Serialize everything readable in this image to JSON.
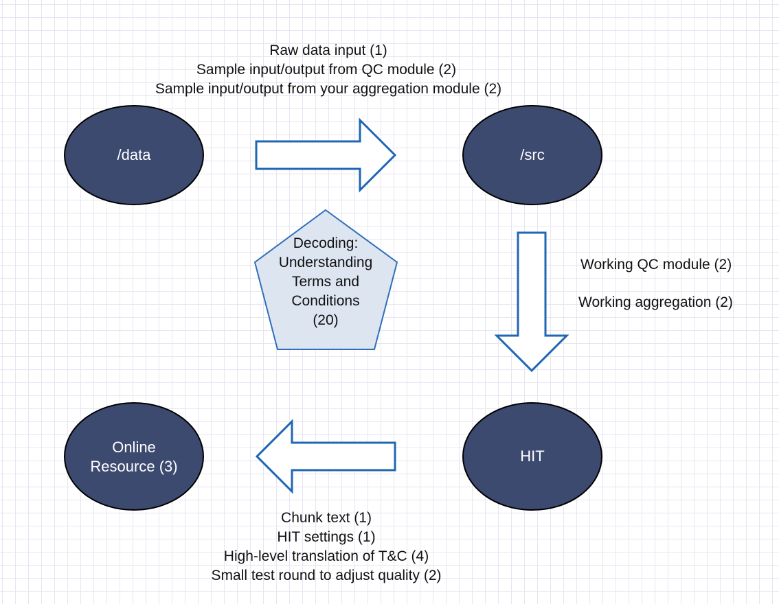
{
  "colors": {
    "node_fill": "#3d4a70",
    "node_stroke": "#000000",
    "arrow_stroke": "#1f66b3",
    "arrow_fill": "#ffffff",
    "pentagon_fill": "#dde5f1",
    "pentagon_stroke": "#2f6fb8",
    "grid": "#e6e6f2"
  },
  "nodes": {
    "data": "/data",
    "src": "/src",
    "hit": "HIT",
    "online_resource": [
      "Online",
      "Resource (3)"
    ]
  },
  "pentagon": {
    "lines": [
      "Decoding:",
      "Understanding",
      "Terms and",
      "Conditions",
      "(20)"
    ]
  },
  "edges": {
    "data_to_src": {
      "lines": [
        "Raw data input (1)",
        "Sample input/output from QC module (2)",
        "Sample input/output from your aggregation module (2)"
      ]
    },
    "src_to_hit": {
      "lines": [
        "Working QC module (2)",
        "Working aggregation (2)"
      ]
    },
    "hit_to_online": {
      "lines": [
        "Chunk text (1)",
        "HIT settings (1)",
        "High-level translation of T&C (4)",
        "Small test round to adjust quality (2)"
      ]
    }
  }
}
